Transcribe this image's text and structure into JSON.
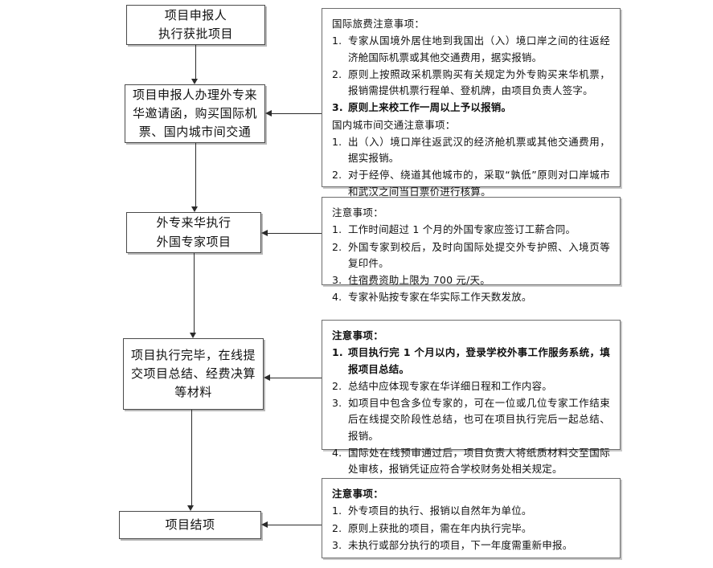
{
  "flow": {
    "boxes": [
      {
        "id": "applicant-executes",
        "text": "项目申报人\n执行获批项目"
      },
      {
        "id": "invitation-and-tickets",
        "text": "项目申报人办理外专来\n华邀请函，购买国际机\n票、国内城市间交通"
      },
      {
        "id": "expert-executes-project",
        "text": "外专来华执行\n外国专家项目"
      },
      {
        "id": "submit-summary-materials",
        "text": "项目执行完毕，在线提\n交项目总结、经费决算\n等材料"
      },
      {
        "id": "project-closure",
        "text": "项目结项"
      }
    ]
  },
  "notes": [
    {
      "id": "international-travel-notes",
      "blocks": [
        {
          "title": "国际旅费注意事项：",
          "title_bold": false,
          "items": [
            {
              "num": "1.",
              "text": "专家从国境外居住地到我国出（入）境口岸之间的往返经济舱国际机票或其他交通费用，据实报销。",
              "bold": false
            },
            {
              "num": "2.",
              "text": "原则上按照政采机票购买有关规定为外专购买来华机票，报销需提供机票行程单、登机牌，由项目负责人签字。",
              "bold": false
            },
            {
              "num": "3.",
              "text": "原则上来校工作一周以上予以报销。",
              "bold": true
            }
          ]
        },
        {
          "title": "国内城市间交通注意事项：",
          "title_bold": false,
          "items": [
            {
              "num": "1.",
              "text": "出（入）境口岸往返武汉的经济舱机票或其他交通费用，据实报销。",
              "bold": false
            },
            {
              "num": "2.",
              "text": "对于经停、绕道其他城市的，采取“孰低”原则对口岸城市和武汉之间当日票价进行核算。",
              "bold": false
            }
          ]
        }
      ]
    },
    {
      "id": "expert-stay-notes",
      "blocks": [
        {
          "title": "注意事项：",
          "title_bold": false,
          "items": [
            {
              "num": "1.",
              "text": "工作时间超过 1 个月的外国专家应签订工薪合同。",
              "bold": false
            },
            {
              "num": "2.",
              "text": "外国专家到校后，及时向国际处提交外专护照、入境页等复印件。",
              "bold": false
            },
            {
              "num": "3.",
              "text": "住宿费资助上限为 700 元/天。",
              "bold": false
            },
            {
              "num": "4.",
              "text": "专家补贴按专家在华实际工作天数发放。",
              "bold": false
            }
          ]
        }
      ]
    },
    {
      "id": "summary-submission-notes",
      "blocks": [
        {
          "title": "注意事项：",
          "title_bold": true,
          "items": [
            {
              "num": "1.",
              "text": "项目执行完 1 个月以内，登录学校外事工作服务系统，填报项目总结。",
              "bold": true
            },
            {
              "num": "2.",
              "text": "总结中应体现专家在华详细日程和工作内容。",
              "bold": false
            },
            {
              "num": "3.",
              "text": "如项目中包含多位专家的，可在一位或几位专家工作结束后在线提交阶段性总结，也可在项目执行完后一起总结、报销。",
              "bold": false
            },
            {
              "num": "4.",
              "text": "国际处在线预审通过后，项目负责人将纸质材料交至国际处审核，报销凭证应符合学校财务处相关规定。",
              "bold": false
            }
          ]
        }
      ]
    },
    {
      "id": "closure-notes",
      "blocks": [
        {
          "title": "注意事项：",
          "title_bold": true,
          "items": [
            {
              "num": "1.",
              "text": "外专项目的执行、报销以自然年为单位。",
              "bold": false
            },
            {
              "num": "2.",
              "text": "原则上获批的项目，需在年内执行完毕。",
              "bold": false
            },
            {
              "num": "3.",
              "text": "未执行或部分执行的项目，下一年度需重新申报。",
              "bold": false
            }
          ]
        }
      ]
    }
  ]
}
